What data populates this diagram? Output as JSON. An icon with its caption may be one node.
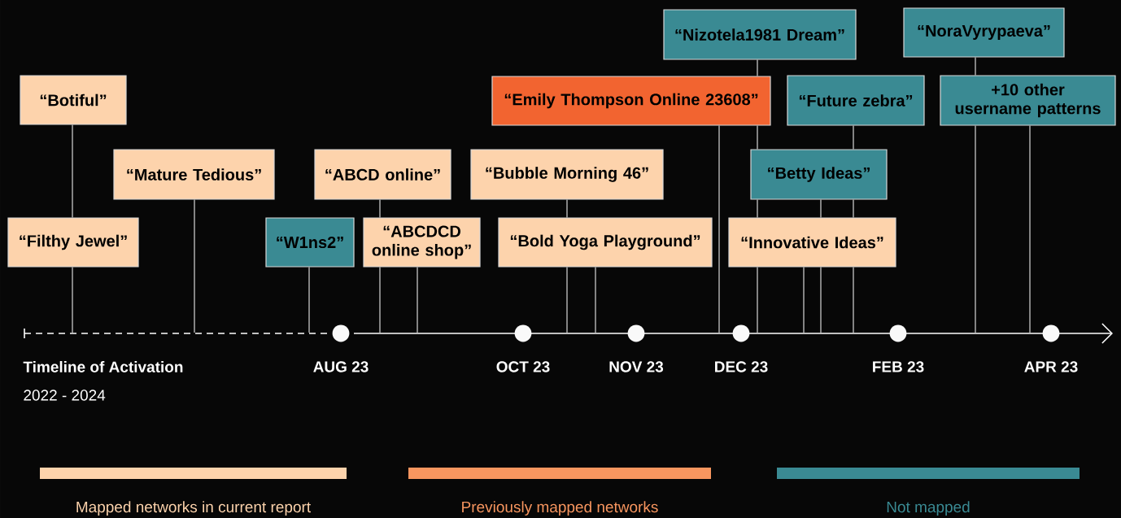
{
  "diagram": {
    "nodes": [
      {
        "text": [
          "“Botiful”"
        ]
      },
      {
        "text": [
          "“Filthy Jewel”"
        ]
      },
      {
        "text": [
          "“Mature Tedious”"
        ]
      },
      {
        "text": [
          "“W1ns2”"
        ]
      },
      {
        "text": [
          "“ABCD online”"
        ]
      },
      {
        "text": [
          "“ABCDCD online shop”"
        ]
      },
      {
        "text": [
          "“Bubble Morning 46”"
        ]
      },
      {
        "text": [
          "“Bold Yoga Playground”"
        ]
      },
      {
        "text": [
          "“Emily Thompson Online 23608”"
        ]
      },
      {
        "text": [
          "“Nizotela1981 Dream”"
        ]
      },
      {
        "text": [
          "“Future zebra”"
        ]
      },
      {
        "text": [
          "“Betty Ideas”"
        ]
      },
      {
        "text": [
          "“Innovative Ideas”"
        ]
      },
      {
        "text": [
          "“NoraVyrypaeva”"
        ]
      },
      {
        "text": [
          "+10 other username patterns"
        ]
      }
    ],
    "edges": [
      {
        "from": 0,
        "to": 1,
        "arrow": "none"
      },
      {
        "from": 1,
        "to": null,
        "arrow": "none"
      },
      {
        "from": 2,
        "to": null,
        "arrow": "none"
      },
      {
        "from": 3,
        "to": null,
        "arrow": "none"
      },
      {
        "from": 4,
        "to": 5,
        "arrow": "none"
      },
      {
        "from": 5,
        "to": null,
        "arrow": "none"
      },
      {
        "from": 5,
        "to": null,
        "arrow": "none"
      },
      {
        "from": 6,
        "to": 7,
        "arrow": "none"
      },
      {
        "from": 7,
        "to": null,
        "arrow": "none"
      },
      {
        "from": 7,
        "to": null,
        "arrow": "none"
      },
      {
        "from": 8,
        "to": null,
        "arrow": "none"
      },
      {
        "from": 9,
        "to": 8,
        "arrow": "none"
      },
      {
        "from": 8,
        "to": 11,
        "arrow": "none"
      },
      {
        "from": 11,
        "to": 12,
        "arrow": "none"
      },
      {
        "from": 12,
        "to": null,
        "arrow": "none"
      },
      {
        "from": 10,
        "to": 11,
        "arrow": "none"
      },
      {
        "from": 11,
        "to": 12,
        "arrow": "none"
      },
      {
        "from": 12,
        "to": null,
        "arrow": "none"
      },
      {
        "from": 11,
        "to": 12,
        "arrow": "none"
      },
      {
        "from": 12,
        "to": null,
        "arrow": "none"
      },
      {
        "from": 12,
        "to": null,
        "arrow": "none"
      },
      {
        "from": 13,
        "to": 14,
        "arrow": "none"
      },
      {
        "from": 14,
        "to": null,
        "arrow": "none"
      },
      {
        "from": 14,
        "to": null,
        "arrow": "none"
      }
    ],
    "labels": [
      "Timeline of Activation",
      "AUG 23",
      "OCT 23",
      "NOV 23",
      "DEC 23",
      "FEB 23",
      "APR 23",
      "2022 - 2024"
    ],
    "legend": [
      {
        "text": "Mapped networks in current report",
        "color": "#fdd3ac"
      },
      {
        "text": "Previously mapped networks",
        "color": "#f8965f"
      },
      {
        "text": "Not mapped",
        "color": "#3a8a93"
      }
    ]
  }
}
